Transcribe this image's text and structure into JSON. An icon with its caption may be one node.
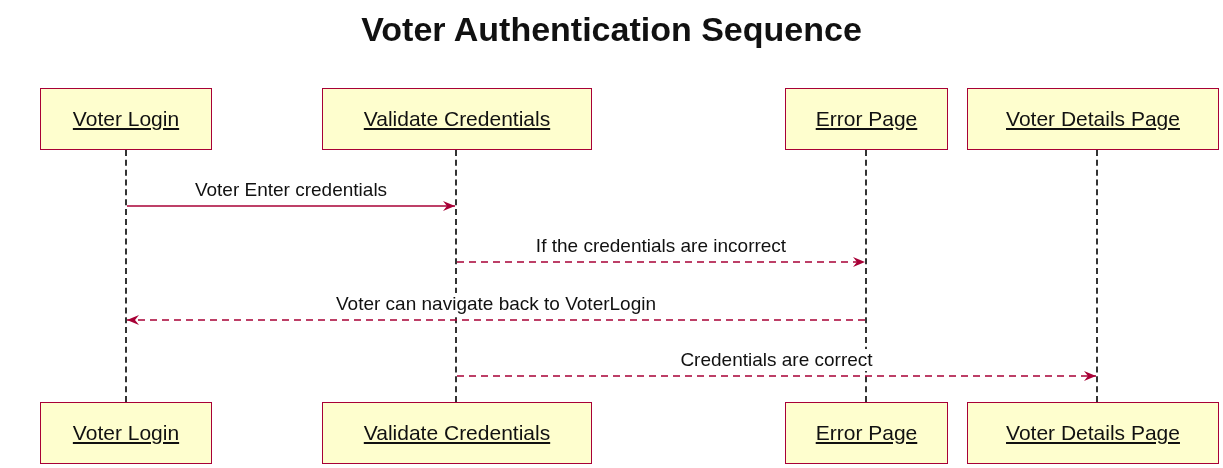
{
  "diagram": {
    "title": "Voter Authentication Sequence",
    "nodes": [
      {
        "text": [
          "Voter Login"
        ]
      },
      {
        "text": [
          "Validate Credentials"
        ]
      },
      {
        "text": [
          "Error Page"
        ]
      },
      {
        "text": [
          "Voter Details Page"
        ]
      },
      {
        "text": [],
        "shape": "line"
      },
      {
        "text": [],
        "shape": "line"
      },
      {
        "text": [],
        "shape": "line"
      },
      {
        "text": [],
        "shape": "line"
      },
      {
        "text": [
          "Voter Login"
        ]
      },
      {
        "text": [
          "Validate Credentials"
        ]
      },
      {
        "text": [
          "Error Page"
        ]
      },
      {
        "text": [
          "Voter Details Page"
        ]
      }
    ],
    "edges": [
      {
        "from": 4,
        "to": 5,
        "arrow": "to",
        "label": "Voter Enter credentials"
      },
      {
        "from": 5,
        "to": 6,
        "arrow": "to",
        "label": "If the credentials are incorrect",
        "style": "dashed"
      },
      {
        "from": 6,
        "to": 4,
        "arrow": "to",
        "label": "Voter can navigate back to VoterLogin",
        "style": "dashed"
      },
      {
        "from": 5,
        "to": 7,
        "arrow": "to",
        "label": "Credentials are correct",
        "style": "dashed"
      }
    ]
  }
}
